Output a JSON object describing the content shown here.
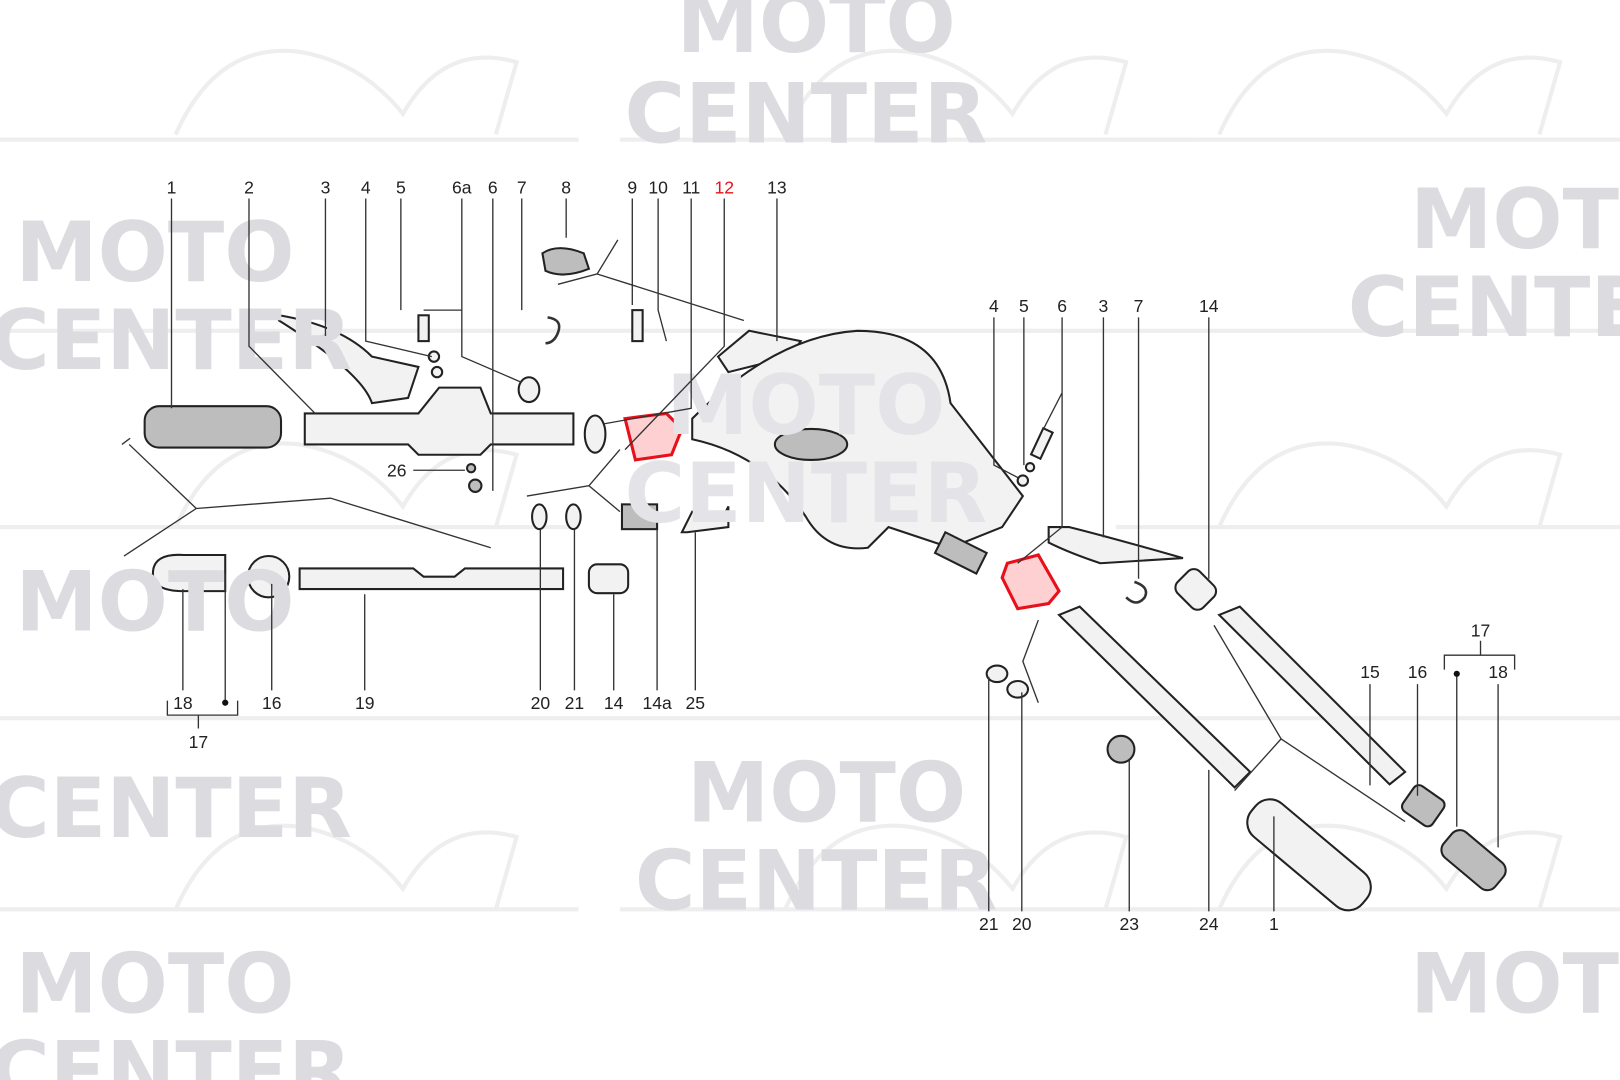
{
  "watermark": {
    "line1": "MOTO",
    "line2": "CENTER"
  },
  "highlight_color": "#e8101a",
  "highlighted_part": "12",
  "labels": {
    "top": [
      "1",
      "2",
      "3",
      "4",
      "5",
      "6a",
      "6",
      "7",
      "8",
      "9",
      "10",
      "11",
      "12",
      "13"
    ],
    "right_top": [
      "4",
      "5",
      "6",
      "3",
      "7",
      "14"
    ],
    "left_bottom": [
      "18",
      "16",
      "19",
      "20",
      "21",
      "14",
      "14a",
      "25"
    ],
    "left_group": "17",
    "left_mid": "26",
    "right_group": "17",
    "right_bottom_row": [
      "15",
      "16",
      "18"
    ],
    "bottom": [
      "21",
      "20",
      "23",
      "24",
      "1"
    ]
  }
}
